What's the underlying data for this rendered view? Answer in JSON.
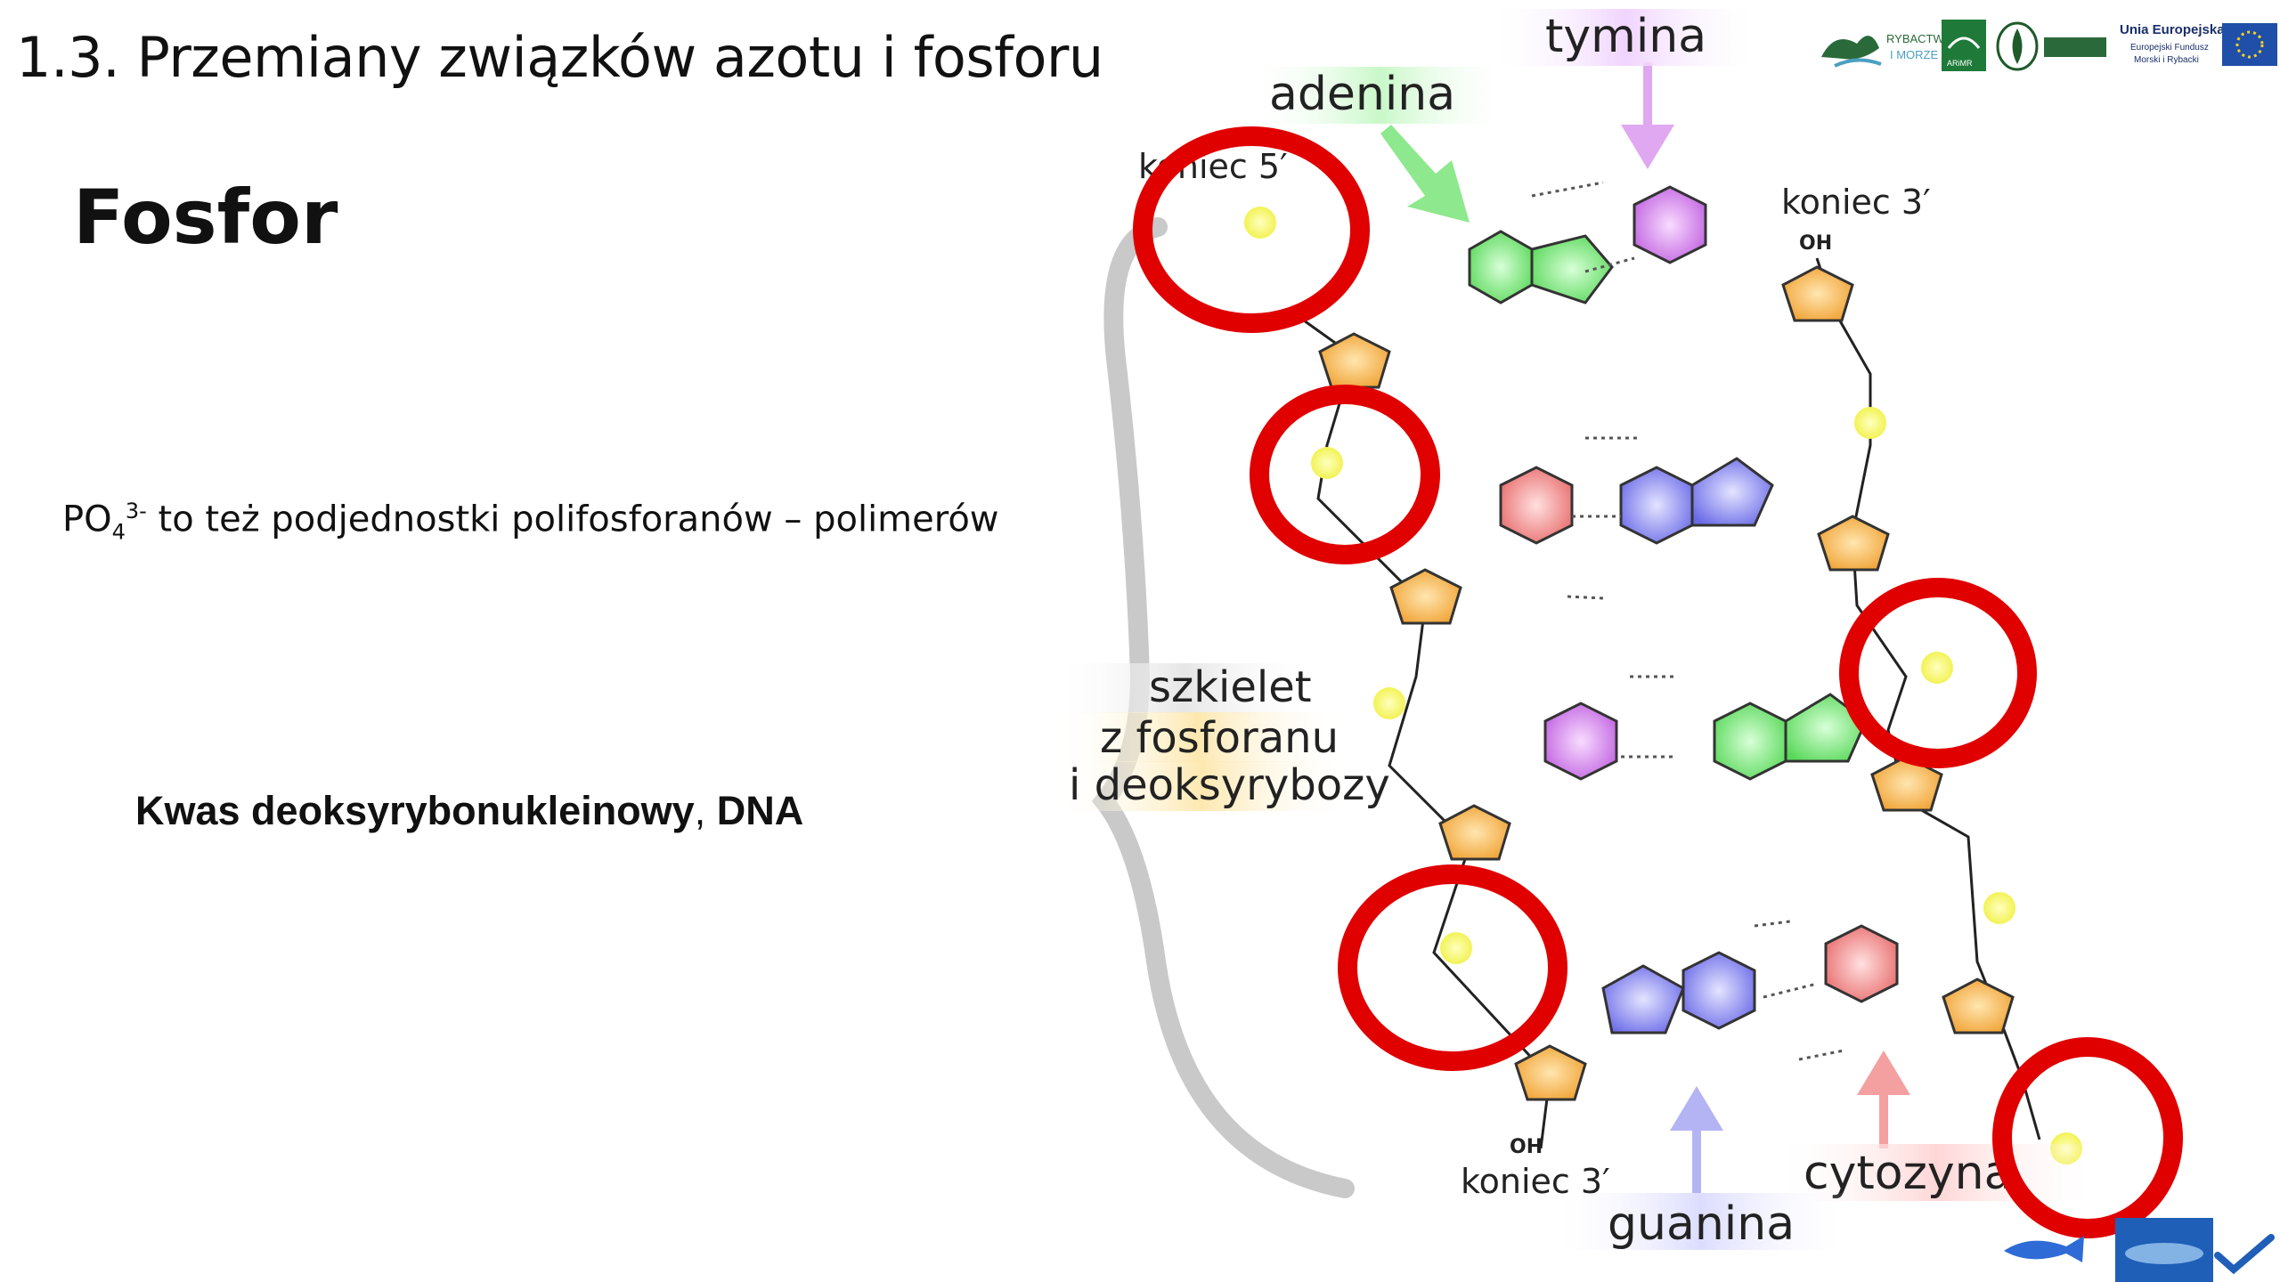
{
  "slide": {
    "title": "1.3. Przemiany związków azotu i fosforu",
    "heading": "Fosfor",
    "phosphate": {
      "formula_main": "PO",
      "formula_sub": "4",
      "formula_sup": "3-",
      "text": " to też podjednostki polifosforanów – polimerów"
    },
    "caption": {
      "bold_part1": "Kwas deoksyrybonukleinowy",
      "separator": ", ",
      "bold_part2": "DNA"
    }
  },
  "logos": {
    "rybactwo_line1": "RYBACTWO",
    "rybactwo_line2": "I MORZE",
    "arimr": "ARiMR",
    "eu_title": "Unia Europejska",
    "eu_line1": "Europejski Fundusz",
    "eu_line2": "Morski i Rybacki"
  },
  "diagram": {
    "labels": {
      "tymina": "tymina",
      "adenina": "adenina",
      "koniec5": "koniec 5′",
      "koniec3_top": "koniec 3′",
      "koniec3_bottom": "koniec 3′",
      "szkielet1": "szkielet",
      "szkielet2": "z fosforanu",
      "szkielet3": "i deoksyrybozy",
      "cytozyna": "cytozyna",
      "guanina": "guanina",
      "oh_top": "OH",
      "oh_bottom": "OH"
    },
    "colors": {
      "adenine": "#7fe87f",
      "thymine": "#dd88ee",
      "guanine": "#8a8af0",
      "cytosine": "#f08a8a",
      "sugar": "#f5b24a",
      "phosphate": "#f3f35a",
      "highlight_circle": "#e00000"
    }
  }
}
